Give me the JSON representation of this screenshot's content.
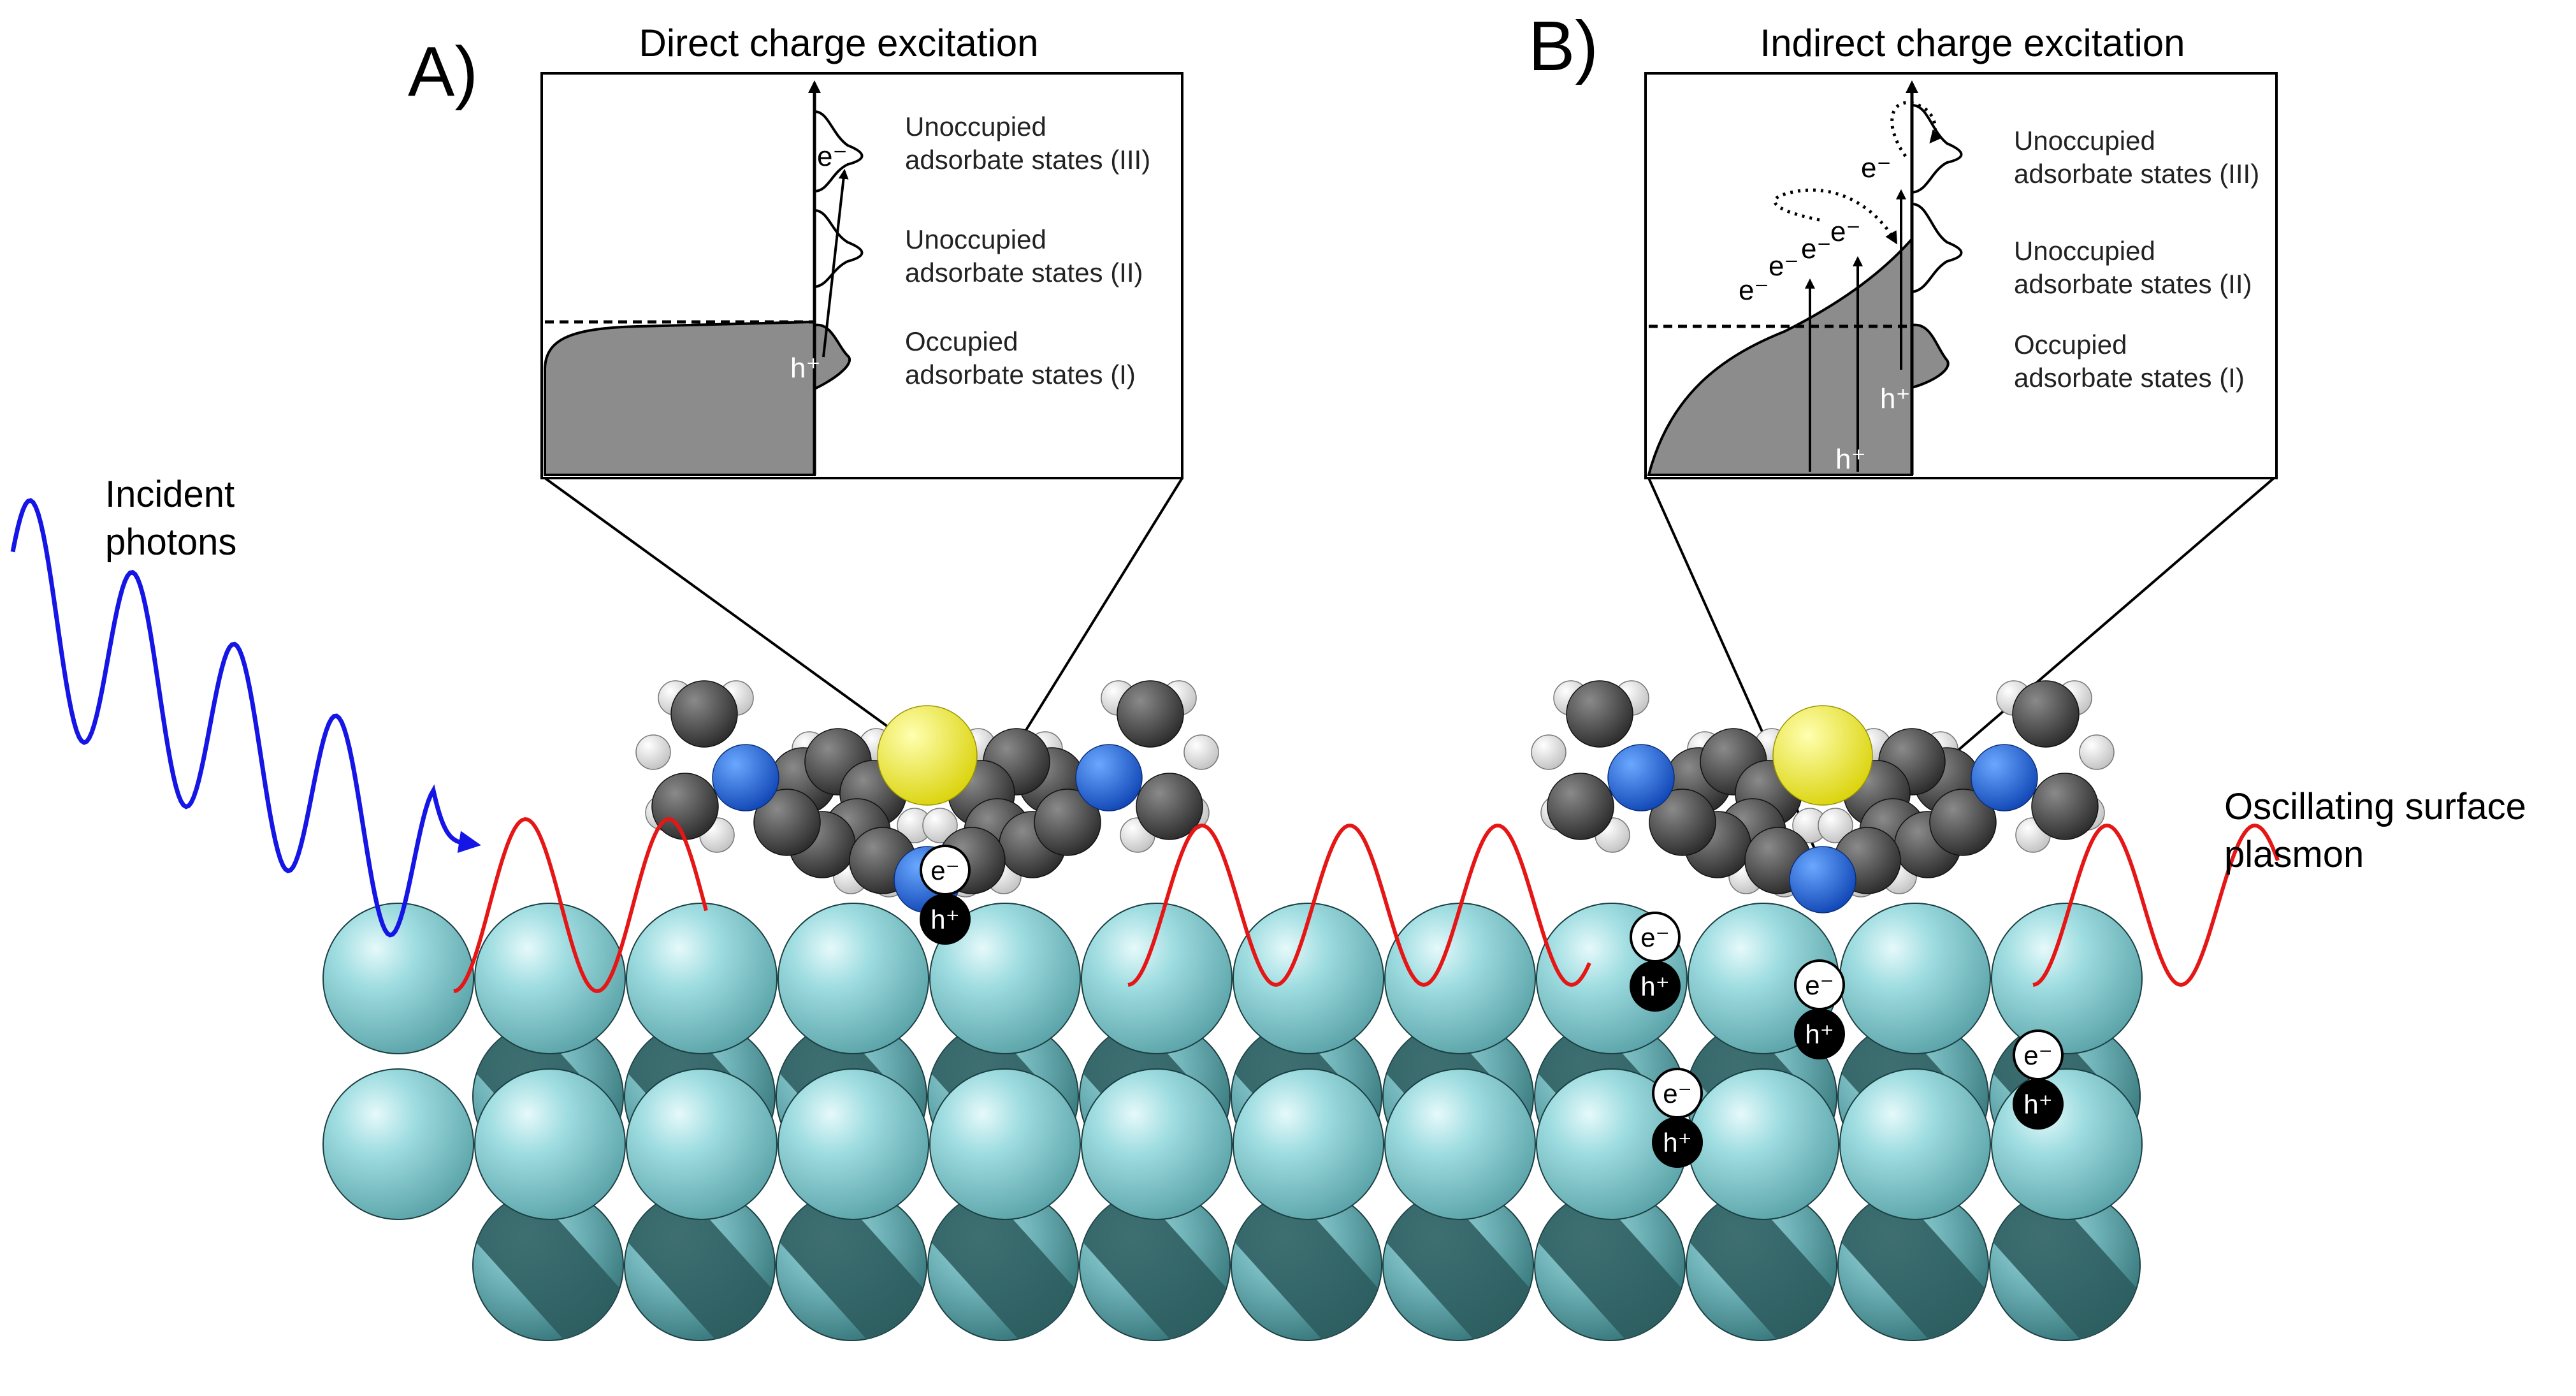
{
  "panels": [
    {
      "letter": "A)",
      "title": "Direct charge excitation",
      "labels": {
        "state3_line1": "Unoccupied",
        "state3_line2": "adsorbate states (III)",
        "state2_line1": "Unoccupied",
        "state2_line2": "adsorbate states (II)",
        "state1_line1": "Occupied",
        "state1_line2": "adsorbate states (I)"
      },
      "carriers": {
        "electron": "e⁻",
        "hole": "h⁺"
      }
    },
    {
      "letter": "B)",
      "title": "Indirect charge excitation",
      "labels": {
        "state3_line1": "Unoccupied",
        "state3_line2": "adsorbate states (III)",
        "state2_line1": "Unoccupied",
        "state2_line2": "adsorbate states (II)",
        "state1_line1": "Occupied",
        "state1_line2": "adsorbate states (I)"
      },
      "carriers": {
        "electron": "e⁻",
        "hole": "h⁺"
      }
    }
  ],
  "incident": {
    "line1": "Incident",
    "line2": "photons"
  },
  "plasmon": {
    "line1": "Oscillating surface",
    "line2": "plasmon"
  },
  "colors": {
    "photon_wave": "#1515e6",
    "plasmon_wave": "#e51616",
    "surface_atom": "#8fd3d8",
    "sub_atom": "#2f5b5e",
    "fill_gray": "#8c8c8c",
    "carbon": "#3c3c3c",
    "nitrogen": "#1f6fe0",
    "sulfur": "#f2f000",
    "hydrogen": "#f2f2f2"
  }
}
